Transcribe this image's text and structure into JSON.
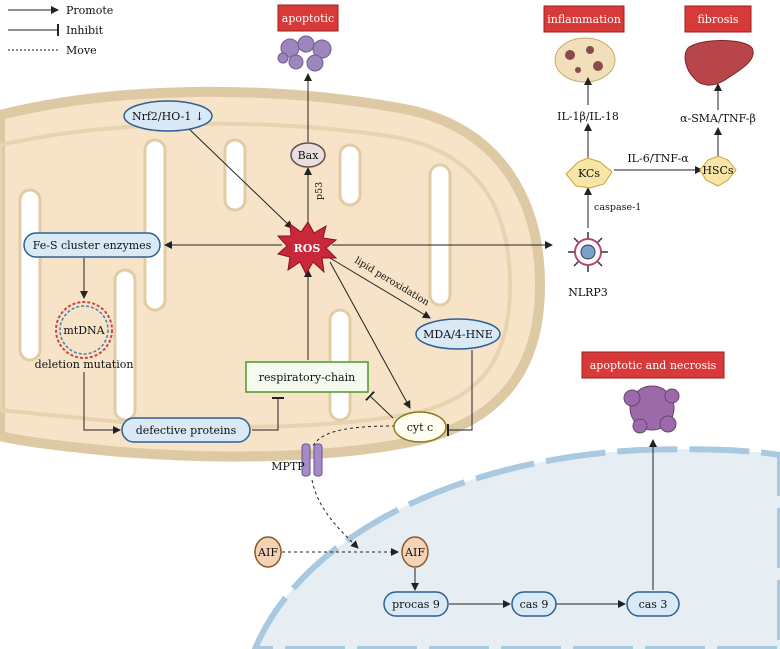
{
  "legend": {
    "promote": "Promote",
    "inhibit": "Inhibit",
    "move": "Move"
  },
  "outcomes": {
    "apoptotic": "apoptotic",
    "inflammation": "inflammation",
    "fibrosis": "fibrosis",
    "apoptotic_necrosis": "apoptotic and necrosis"
  },
  "nodes": {
    "nrf2": "Nrf2/HO-1 ↓",
    "bax": "Bax",
    "p53": "p53",
    "ros": "ROS",
    "fes": "Fe-S cluster enzymes",
    "mtdna": "mtDNA",
    "deletion": "deletion mutation",
    "defective": "defective proteins",
    "respiratory": "respiratory-chain",
    "lipid": "lipid peroxidation",
    "mda": "MDA/4-HNE",
    "cytc": "cyt c",
    "mptp": "MPTP",
    "aif_out": "AIF",
    "aif_in": "AIF",
    "procas9": "procas 9",
    "cas9": "cas 9",
    "cas3": "cas 3",
    "nlrp3": "NLRP3",
    "caspase1": "caspase-1",
    "kcs": "KCs",
    "hscs": "HSCs",
    "il1b": "IL-1β/IL-18",
    "il6": "IL-6/TNF-α",
    "asma": "α-SMA/TNF-β"
  },
  "colors": {
    "outcome_box": "#d83a3a",
    "ros_star": "#c8283a",
    "mito_fill": "#f6e3c8",
    "blue_node": "#d9e9f6",
    "blue_border": "#2f5f93",
    "green_border": "#4c9a2e",
    "nucleus": "#e6eef3"
  }
}
